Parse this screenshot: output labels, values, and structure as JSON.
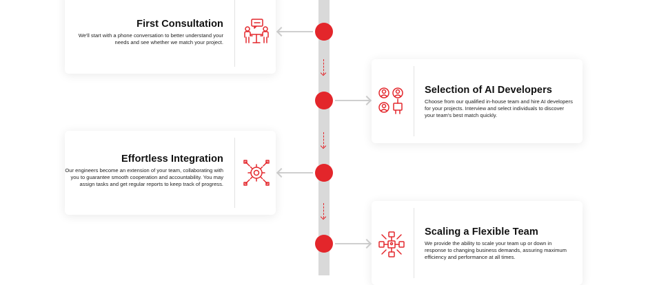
{
  "accent_color": "#e3262b",
  "steps": [
    {
      "title": "First Consultation",
      "description": "We'll start with a phone conversation to better understand your needs and see whether we match your project.",
      "icon": "consultation-icon",
      "side": "left"
    },
    {
      "title": "Selection of AI Developers",
      "description": "Choose from our qualified in-house team and hire AI developers for your projects. Interview and select individuals to discover your team's best match quickly.",
      "icon": "developer-selection-icon",
      "side": "right"
    },
    {
      "title": "Effortless Integration",
      "description": "Our engineers become an extension of your team, collaborating with you to guarantee smooth cooperation and accountability. You may assign tasks and get regular reports to keep track of progress.",
      "icon": "integration-gear-icon",
      "side": "left"
    },
    {
      "title": "Scaling a Flexible Team",
      "description": "We provide the ability to scale your team up or down in response to changing business demands, assuring maximum efficiency and performance at all times.",
      "icon": "team-scaling-icon",
      "side": "right"
    }
  ]
}
